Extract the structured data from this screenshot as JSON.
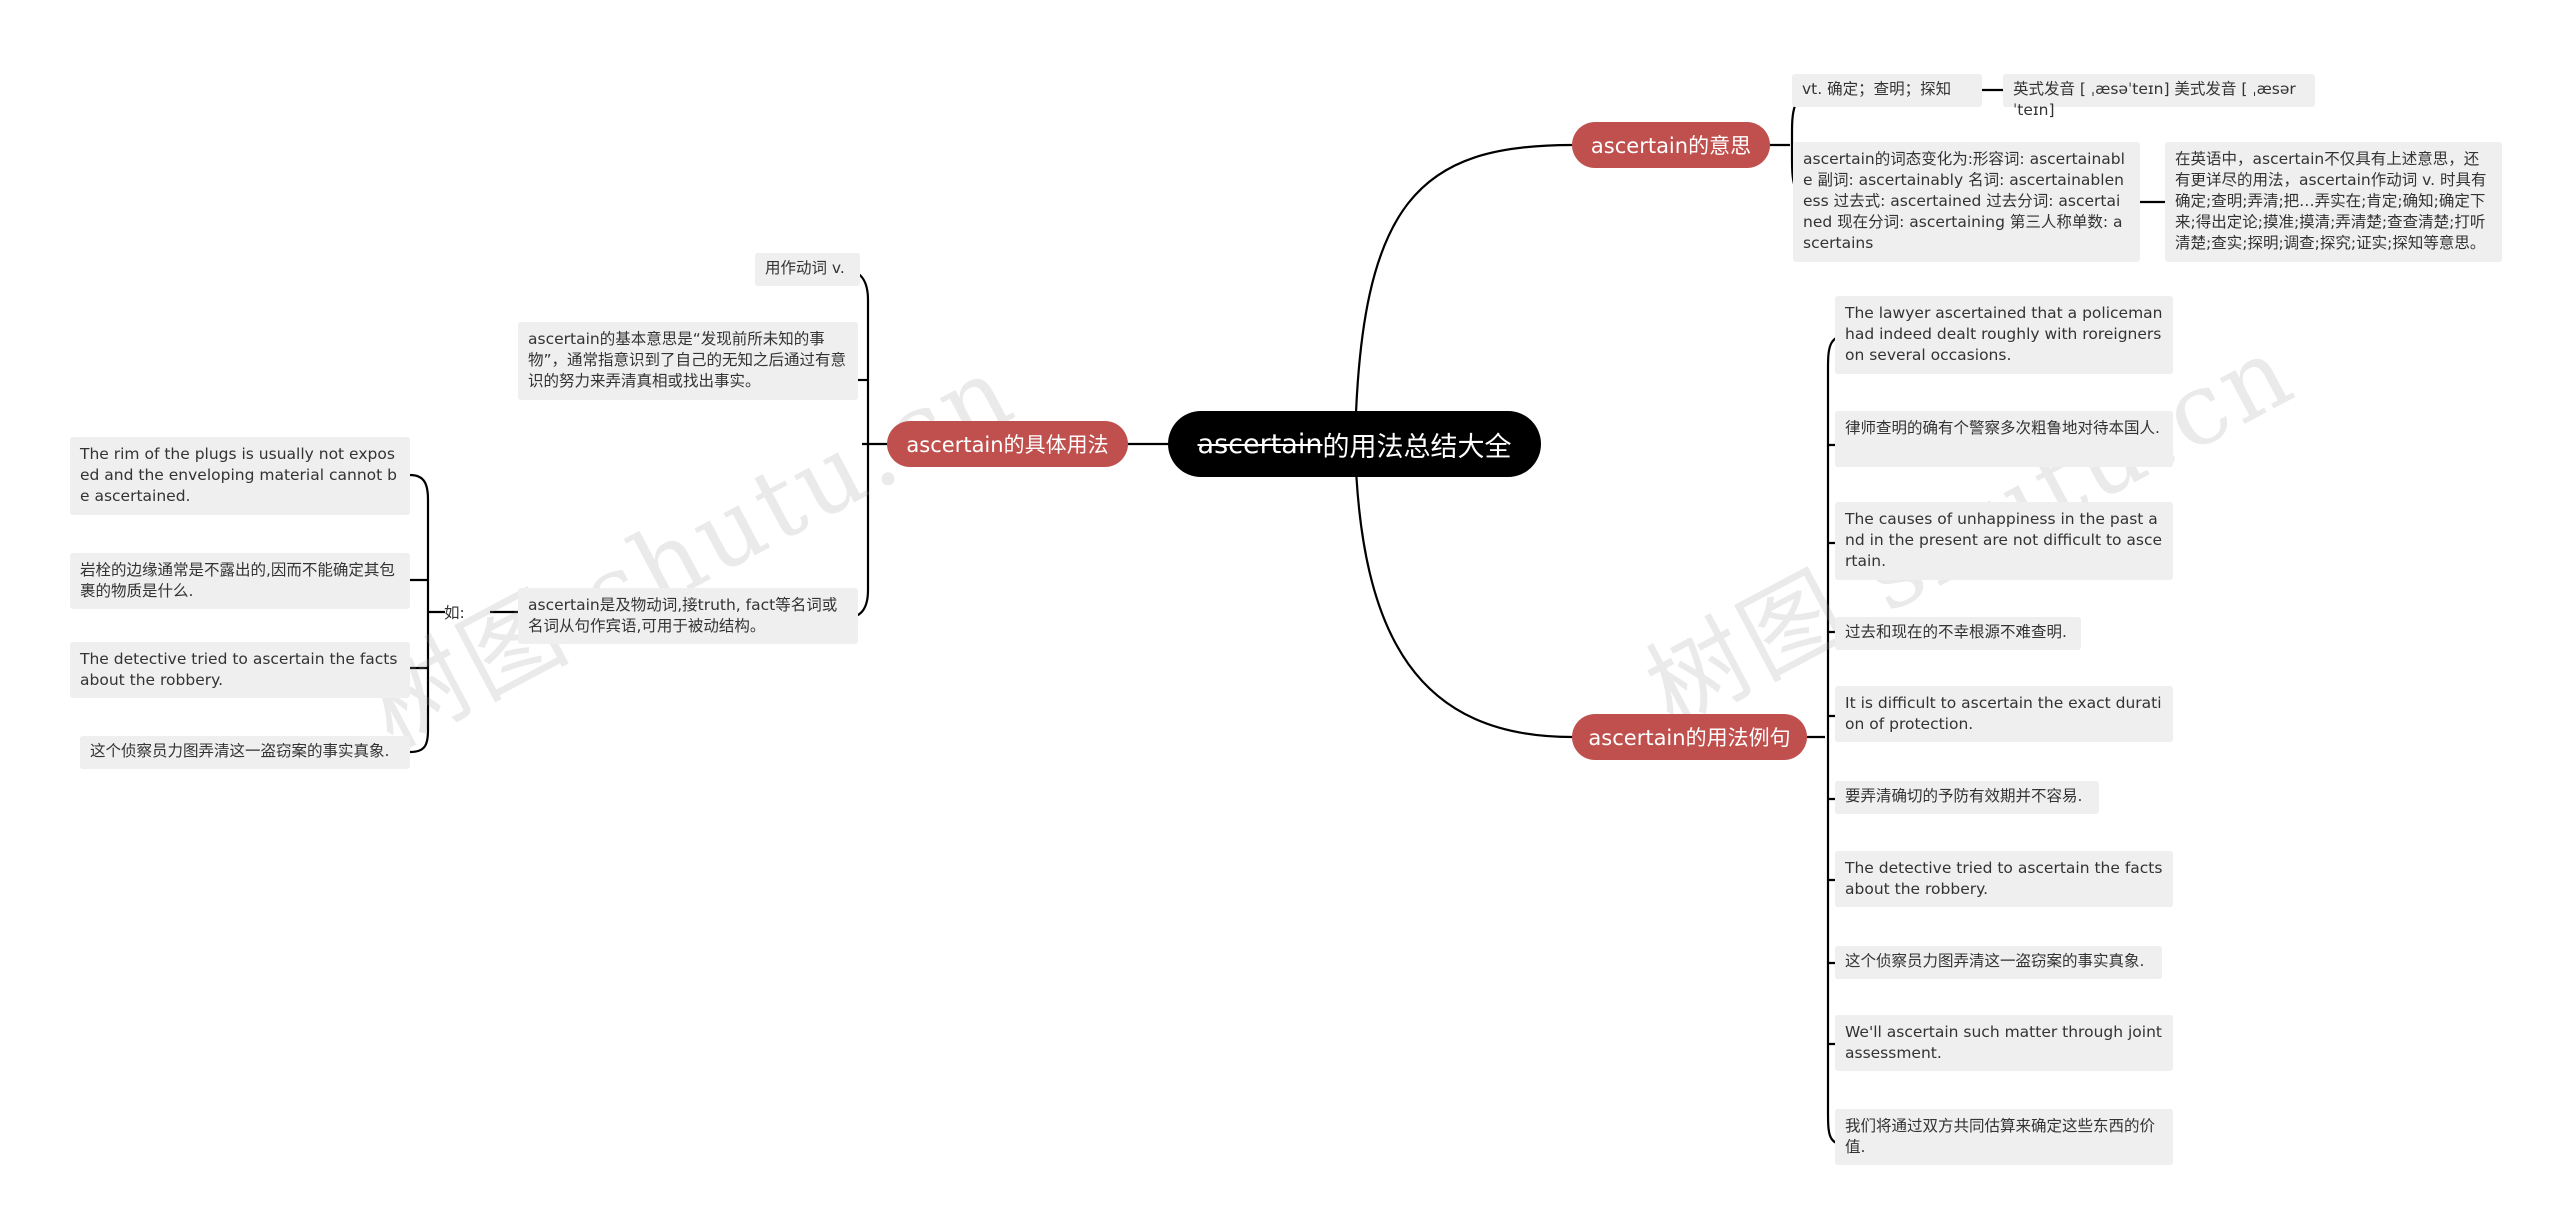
{
  "root": {
    "title_strike": "ascertain",
    "title_rest": "的用法总结大全"
  },
  "branches": {
    "meaning": "ascertain的意思",
    "usage": "ascertain的具体用法",
    "examples": "ascertain的用法例句"
  },
  "meaning": {
    "definition": "vt. 确定；查明；探知",
    "pronunciation": "英式发音 [ ˌæsəˈteɪn] 美式发音 [ ˌæsərˈteɪn]",
    "forms": "ascertain的词态变化为:形容词: ascertainable 副词: ascertainably 名词: ascertainableness 过去式: ascertained 过去分词: ascertained 现在分词: ascertaining 第三人称单数: ascertains",
    "extra": "在英语中，ascertain不仅具有上述意思，还有更详尽的用法，ascertain作动词 v. 时具有确定;查明;弄清;把…弄实在;肯定;确知;确定下来;得出定论;摸准;摸清;弄清楚;查查清楚;打听清楚;查实;探明;调查;探究;证实;探知等意思。"
  },
  "usage": {
    "pos": "用作动词 v.",
    "basic": "ascertain的基本意思是“发现前所未知的事物”，通常指意识到了自己的无知之后通过有意识的努力来弄清真相或找出事实。",
    "transitive": "ascertain是及物动词,接truth, fact等名词或名词从句作宾语,可用于被动结构。",
    "example_label": "如:",
    "examples": [
      "The rim of the plugs is usually not exposed and the enveloping material cannot be ascertained.",
      "岩栓的边缘通常是不露出的,因而不能确定其包裹的物质是什么.",
      "The detective tried to ascertain the facts about the robbery.",
      "这个侦察员力图弄清这一盗窃案的事实真象."
    ]
  },
  "examples": [
    "The lawyer ascertained that a policeman had indeed dealt roughly with roreigners on several occasions.",
    "律师查明的确有个警察多次粗鲁地对待本国人.",
    "The causes of unhappiness in the past and in the present are not difficult to ascertain.",
    "过去和现在的不幸根源不难查明.",
    "It is difficult to ascertain the exact duration of protection.",
    "要弄清确切的予防有效期并不容易.",
    "The detective tried to ascertain the facts about the robbery.",
    "这个侦察员力图弄清这一盗窃案的事实真象.",
    "We'll ascertain such matter through joint assessment.",
    "我们将通过双方共同估算来确定这些东西的价值."
  ],
  "watermark": "树图 shutu.cn",
  "colors": {
    "root": "#000000",
    "branch": "#c0504d",
    "leaf": "#efefef",
    "line": "#000000"
  }
}
